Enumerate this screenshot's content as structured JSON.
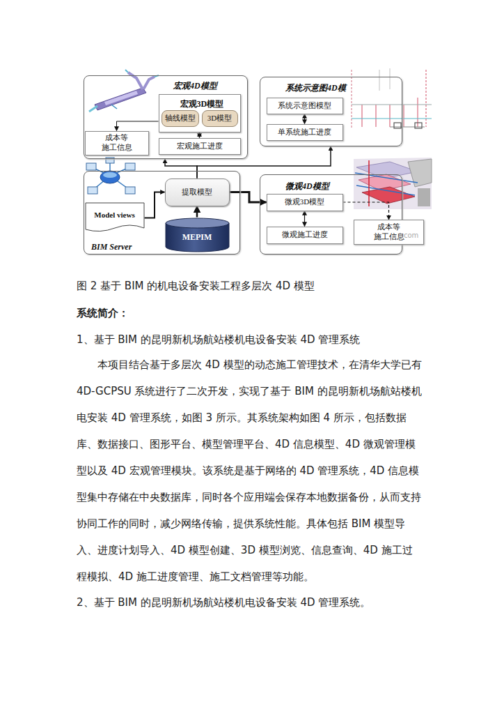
{
  "diagram": {
    "caption": "图 2 基于 BIM 的机电设备安装工程多层次 4D 模型",
    "nodes": [
      {
        "text": [
          "宏观4D模型"
        ]
      },
      {
        "text": [
          "宏观3D模型"
        ],
        "in": 0
      },
      {
        "text": [
          "轴线模型"
        ],
        "in": 1
      },
      {
        "text": [
          "3D模型"
        ],
        "in": 1
      },
      {
        "text": [
          "宏观施工进度"
        ],
        "in": 0
      },
      {
        "text": [
          "成本等 施工信息"
        ],
        "in": 0
      },
      {
        "text": [
          "系统示意图4D模"
        ]
      },
      {
        "text": [
          "系统示意图模型"
        ],
        "in": 6
      },
      {
        "text": [
          "单系统施工进度"
        ],
        "in": 6
      },
      {
        "text": [
          "BIM Server"
        ]
      },
      {
        "text": [
          "提取模型"
        ],
        "in": 9
      },
      {
        "text": [
          "Model views"
        ],
        "in": 9
      },
      {
        "text": [
          "MEPIM"
        ],
        "in": 9
      },
      {
        "text": [
          "微观4D模型"
        ]
      },
      {
        "text": [
          "微观3D模型"
        ],
        "in": 13
      },
      {
        "text": [
          "微观施工进度"
        ],
        "in": 13
      },
      {
        "text": [
          "成本等 施工信息"
        ]
      }
    ],
    "edges": [
      {
        "from": 1,
        "to": 4,
        "arrow": "both"
      },
      {
        "from": 1,
        "to": 5,
        "arrow": "to"
      },
      {
        "from": 7,
        "to": 8,
        "arrow": "both"
      },
      {
        "from": 11,
        "to": 10,
        "arrow": "to"
      },
      {
        "from": 12,
        "to": 10,
        "arrow": "to"
      },
      {
        "from": 10,
        "to": 0,
        "arrow": "to"
      },
      {
        "from": 10,
        "to": 6,
        "arrow": "to"
      },
      {
        "from": 10,
        "to": 14,
        "arrow": "to"
      },
      {
        "from": 14,
        "to": 15,
        "arrow": "both"
      },
      {
        "from": 14,
        "to": 16,
        "arrow": "to"
      }
    ],
    "labels": [
      "系统简介：",
      "1、基于 BIM 的昆明新机场航站楼机电设备安装 4D 管理系统",
      "本项目结合基于多层次 4D 模型的动态施工管理技术，在清华大学已有 4D-GCPSU 系统进行了二次开发，实现了基于 BIM 的昆明新机场航站楼机电安装 4D 管理系统，如图 3 所示。其系统架构如图 4 所示，包括数据库、数据接口、图形平台、模型管理平台、4D 信息模型、4D 微观管理模型以及 4D 宏观管理模块。该系统是基于网络的 4D 管理系统，4D 信息模型集中存储在中央数据库，同时各个应用端会保存本地数据备份，从而支持协同工作的同时，减少网络传输，提供系统性能。具体包括 BIM 模型导入、进度计划导入、4D 模型创建、3D 模型浏览、信息查询、4D 施工过程模拟、4D 施工进度管理、施工文档管理等功能。",
      "2、基于 BIM 的昆明新机场航站楼机电设备安装 4D 管理系统。",
      "com"
    ]
  }
}
